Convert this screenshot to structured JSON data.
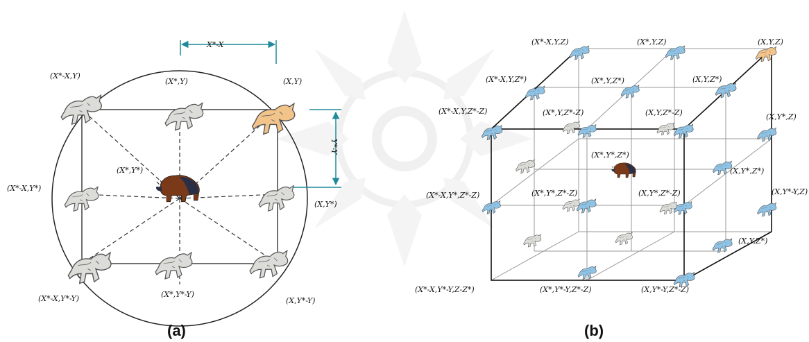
{
  "colors": {
    "line": "#111111",
    "accent": "#1f8a9c",
    "wolf_gray": "#dcdcd8",
    "wolf_blue": "#8ec3e6",
    "wolf_leader": "#f2c48a",
    "prey": "#7a3a1a",
    "watermark": "#ececec"
  },
  "icons": {
    "wolf": "wolf-icon",
    "prey": "bison-icon",
    "watermark": "ornamental-mandala-watermark"
  },
  "panel_a": {
    "caption": "(a)",
    "dist_x": "X*-X",
    "dist_y": "Y*-Y",
    "labels": {
      "tl": "(X*-X,Y)",
      "tc": "(X*,Y)",
      "tr": "(X,Y)",
      "ml": "(X*-X,Y*)",
      "center": "(X*,Y*)",
      "mr": "(X,Y*)",
      "bl": "(X*-X,Y*-Y)",
      "bc": "(X*,Y*-Y)",
      "br": "(X,Y*-Y)"
    }
  },
  "panel_b": {
    "caption": "(b)",
    "labels": {
      "b1": "(X*-X,Y,Z)",
      "b2": "(X*,Y,Z)",
      "b3": "(X,Y,Z)",
      "b4": "(X*-X,Y,Z*)",
      "b5": "(X*,Y,Z*)",
      "b6": "(X,Y,Z*)",
      "b7": "(X*-X,Y,Z*-Z)",
      "b8": "(X*,Y,Z*-Z)",
      "b9": "(X,Y,Z*-Z)",
      "b10": "(X,Y*,Z)",
      "b11": "(X*,Y*,Z*)",
      "b12": "(X,Y*,Z*)",
      "b13": "(X*-X,Y*,Z*-Z)",
      "b14": "(X*,Y*,Z*-Z)",
      "b15": "(X,Y*,Z*-Z)",
      "b16": "(X,Y*-Y,Z)",
      "b17": "(X,Y,Z*)",
      "b18": "(X*-X,Y*-Y,Z-Z*)",
      "b19": "(X*,Y*-Y,Z*-Z)",
      "b20": "(X,Y*-Y,Z*-Z)"
    }
  }
}
